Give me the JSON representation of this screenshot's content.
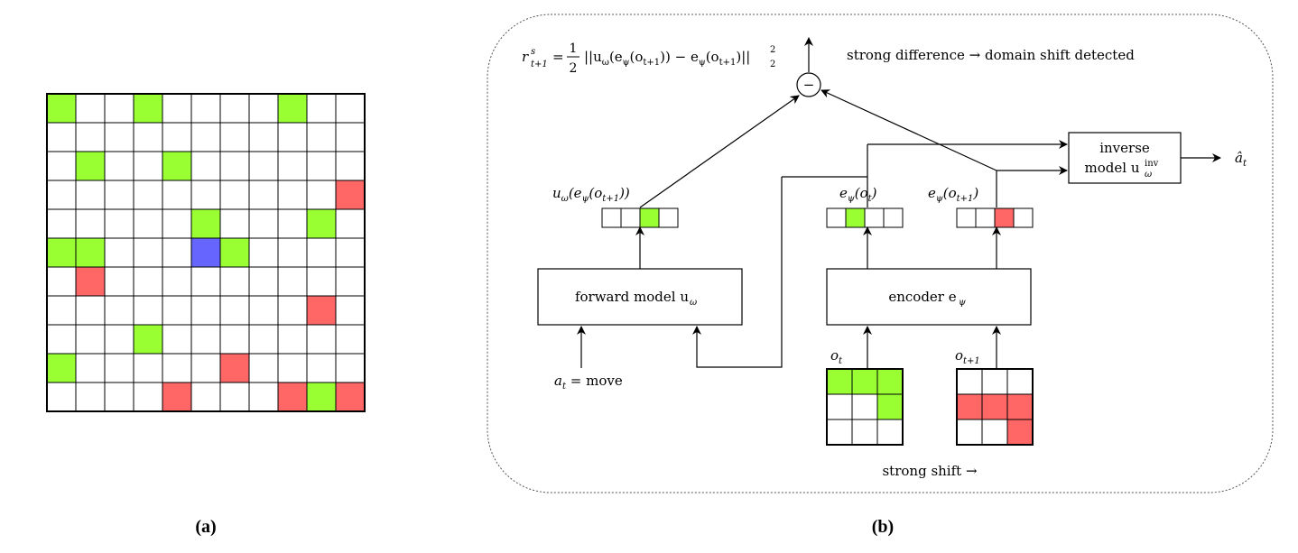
{
  "colors": {
    "green": "#99FF33",
    "red": "#FF6666",
    "blue": "#6666FF",
    "empty": "#FFFFFF",
    "line": "#000000"
  },
  "grid": {
    "rows": 11,
    "cols": 11,
    "cells": [
      {
        "r": 0,
        "c": 0,
        "color": "green"
      },
      {
        "r": 0,
        "c": 3,
        "color": "green"
      },
      {
        "r": 0,
        "c": 8,
        "color": "green"
      },
      {
        "r": 2,
        "c": 1,
        "color": "green"
      },
      {
        "r": 2,
        "c": 4,
        "color": "green"
      },
      {
        "r": 3,
        "c": 10,
        "color": "red"
      },
      {
        "r": 4,
        "c": 5,
        "color": "green"
      },
      {
        "r": 4,
        "c": 9,
        "color": "green"
      },
      {
        "r": 5,
        "c": 0,
        "color": "green"
      },
      {
        "r": 5,
        "c": 1,
        "color": "green"
      },
      {
        "r": 5,
        "c": 5,
        "color": "blue"
      },
      {
        "r": 5,
        "c": 6,
        "color": "green"
      },
      {
        "r": 6,
        "c": 1,
        "color": "red"
      },
      {
        "r": 7,
        "c": 9,
        "color": "red"
      },
      {
        "r": 8,
        "c": 3,
        "color": "green"
      },
      {
        "r": 9,
        "c": 0,
        "color": "green"
      },
      {
        "r": 9,
        "c": 6,
        "color": "red"
      },
      {
        "r": 10,
        "c": 4,
        "color": "red"
      },
      {
        "r": 10,
        "c": 8,
        "color": "red"
      },
      {
        "r": 10,
        "c": 9,
        "color": "green"
      },
      {
        "r": 10,
        "c": 10,
        "color": "red"
      }
    ]
  },
  "captions": {
    "a": "(a)",
    "b": "(b)"
  },
  "diagram": {
    "reward_formula": "r^s_{t+1} = 1/2 ||u_ω(e_ψ(o_{t+1})) − e_ψ(o_{t+1})||²₂",
    "reward_lhs_base": "r",
    "reward_lhs_sup": "s",
    "reward_lhs_sub": "t+1",
    "reward_eq": "=",
    "reward_frac_num": "1",
    "reward_frac_den": "2",
    "reward_norm": "||u",
    "reward_norm_sub": "ω",
    "reward_norm_mid": "(e",
    "reward_norm_mid_sub": "ψ",
    "reward_norm_arg": "(o",
    "reward_norm_arg_sub": "t+1",
    "reward_norm_close": ")) − e",
    "reward_norm_close_sub": "ψ",
    "reward_norm_end": "(o",
    "reward_norm_end_sub": "t+1",
    "reward_norm_tail": ")||",
    "reward_norm_exp": "2",
    "reward_norm_sub2": "2",
    "minus_symbol": "−",
    "difference_text": "strong difference → domain shift detected",
    "inverse_model_line1": "inverse",
    "inverse_model_line2": "model u",
    "inverse_model_sub": "ω",
    "inverse_model_sup": "inv",
    "a_hat_base": "â",
    "a_hat_sub": "t",
    "forward_model": "forward model u",
    "forward_model_sub": "ω",
    "encoder": "encoder e",
    "encoder_sub": "ψ",
    "pred_label": "u",
    "pred_label_sub": "ω",
    "pred_label_mid": "(e",
    "pred_label_mid_sub": "ψ",
    "pred_label_arg": "(o",
    "pred_label_arg_sub": "t+1",
    "pred_label_end": "))",
    "enc_t_label": "e",
    "enc_t_sub": "ψ",
    "enc_t_arg": "(o",
    "enc_t_arg_sub": "t",
    "enc_t_end": ")",
    "enc_t1_label": "e",
    "enc_t1_sub": "ψ",
    "enc_t1_arg": "(o",
    "enc_t1_arg_sub": "t+1",
    "enc_t1_end": ")",
    "action_base": "a",
    "action_sub": "t",
    "action_rest": " = move",
    "obs_t_base": "o",
    "obs_t_sub": "t",
    "obs_t1_base": "o",
    "obs_t1_sub": "t+1",
    "shift_text": "strong shift →",
    "vec_pred": [
      "empty",
      "empty",
      "green",
      "empty"
    ],
    "vec_t": [
      "empty",
      "green",
      "empty",
      "empty"
    ],
    "vec_t1": [
      "empty",
      "empty",
      "red",
      "empty"
    ],
    "obs_t_cells": [
      "green",
      "green",
      "green",
      "empty",
      "empty",
      "green",
      "empty",
      "empty",
      "empty"
    ],
    "obs_t1_cells": [
      "empty",
      "empty",
      "empty",
      "red",
      "red",
      "red",
      "empty",
      "empty",
      "red"
    ]
  }
}
